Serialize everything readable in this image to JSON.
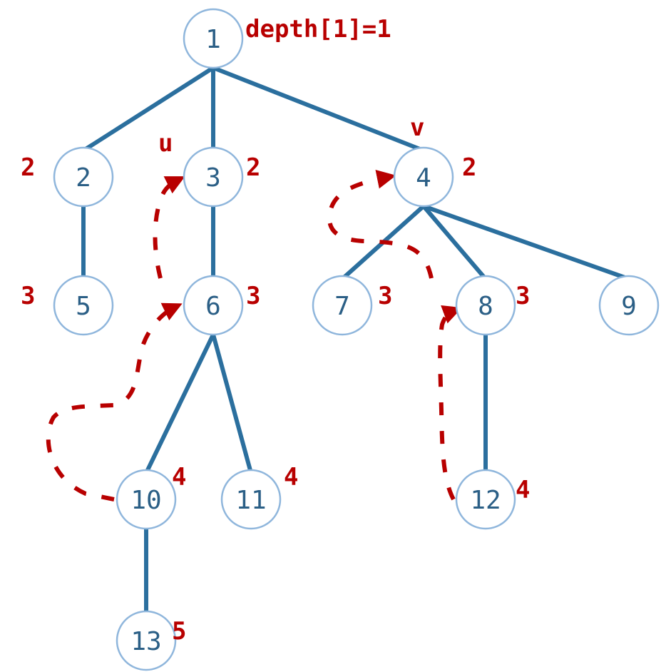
{
  "title": "depth[1]=1",
  "markers": {
    "u": "u",
    "v": "v"
  },
  "nodes": [
    {
      "id": "1",
      "depth": ""
    },
    {
      "id": "2",
      "depth": "2"
    },
    {
      "id": "3",
      "depth": "2"
    },
    {
      "id": "4",
      "depth": "2"
    },
    {
      "id": "5",
      "depth": "3"
    },
    {
      "id": "6",
      "depth": "3"
    },
    {
      "id": "7",
      "depth": "3"
    },
    {
      "id": "8",
      "depth": "3"
    },
    {
      "id": "9",
      "depth": ""
    },
    {
      "id": "10",
      "depth": "4"
    },
    {
      "id": "11",
      "depth": "4"
    },
    {
      "id": "12",
      "depth": "4"
    },
    {
      "id": "13",
      "depth": "5"
    }
  ],
  "edges": [
    [
      "1",
      "2"
    ],
    [
      "1",
      "3"
    ],
    [
      "1",
      "4"
    ],
    [
      "2",
      "5"
    ],
    [
      "3",
      "6"
    ],
    [
      "4",
      "7"
    ],
    [
      "4",
      "8"
    ],
    [
      "4",
      "9"
    ],
    [
      "6",
      "10"
    ],
    [
      "6",
      "11"
    ],
    [
      "8",
      "12"
    ],
    [
      "10",
      "13"
    ]
  ],
  "colors": {
    "edge": "#2b6f9e",
    "node_stroke": "#8fb6dc",
    "node_text": "#2b5f86",
    "annotation": "#b80000"
  }
}
